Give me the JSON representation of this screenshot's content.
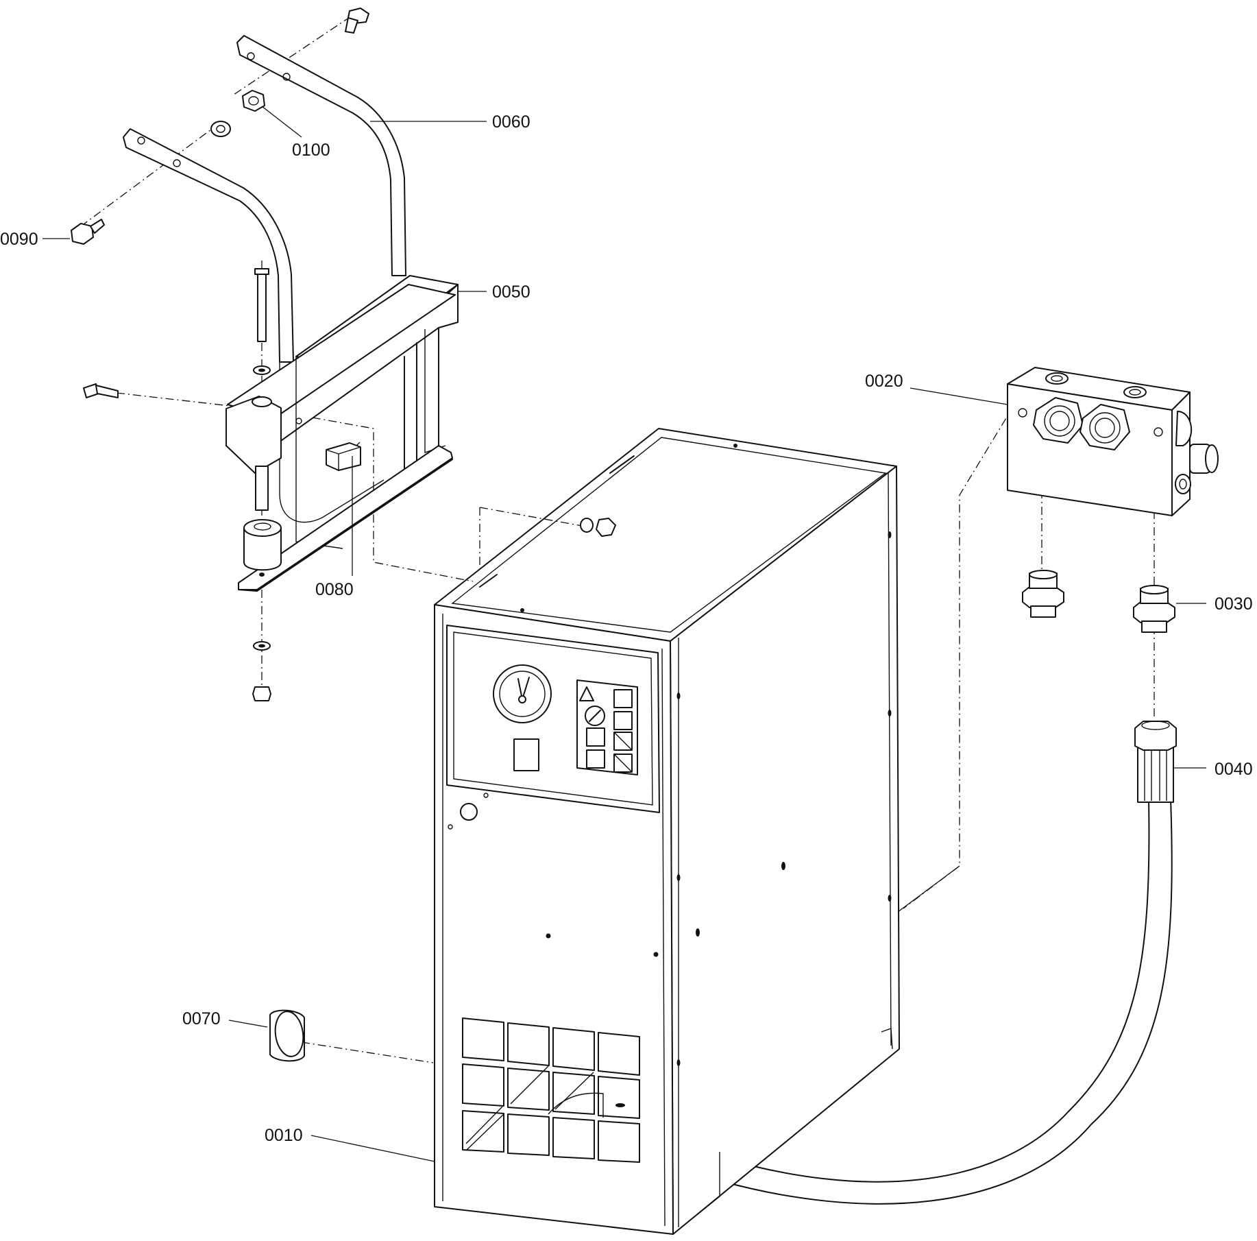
{
  "labels": {
    "p0010": "0010",
    "p0020": "0020",
    "p0030": "0030",
    "p0040": "0040",
    "p0050": "0050",
    "p0060": "0060",
    "p0070": "0070",
    "p0080": "0080",
    "p0090": "0090",
    "p0100": "0100"
  }
}
